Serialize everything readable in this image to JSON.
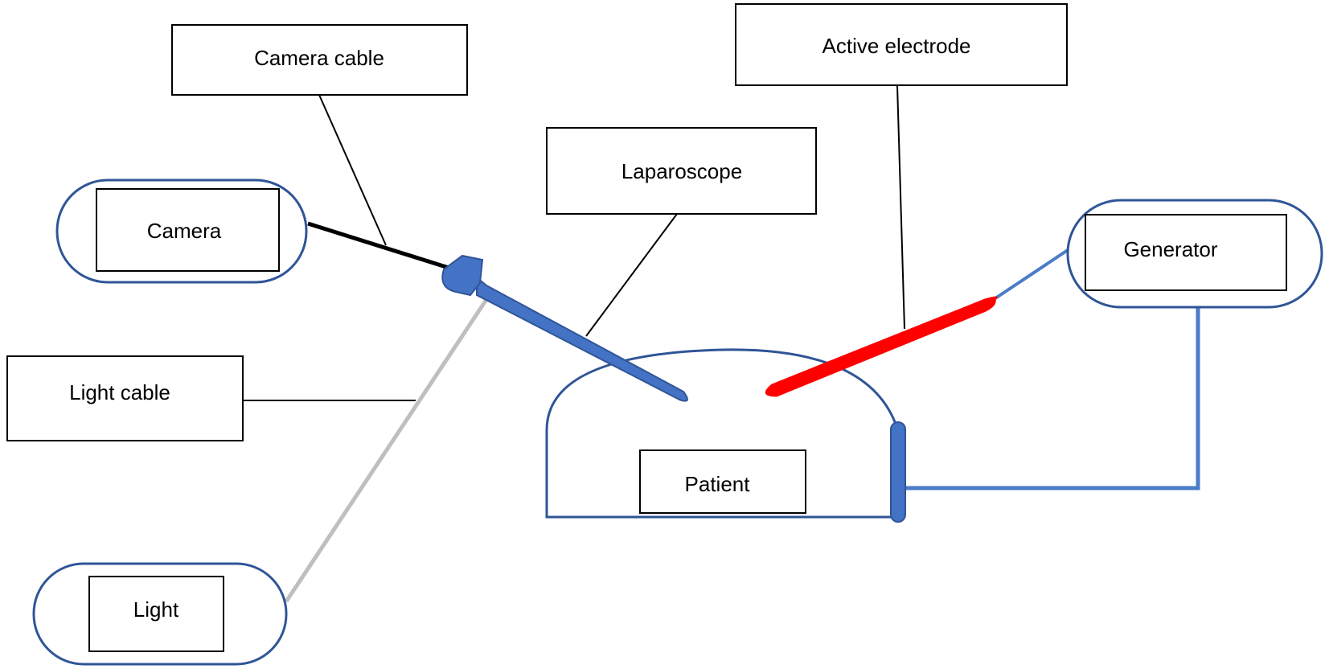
{
  "labels": {
    "camera_cable": "Camera cable",
    "active_electrode": "Active electrode",
    "laparoscope": "Laparoscope",
    "camera": "Camera",
    "generator": "Generator",
    "light_cable": "Light cable",
    "patient": "Patient",
    "light": "Light"
  },
  "colors": {
    "device_outline": "#2F5597",
    "instrument_fill": "#4472C4",
    "return_cable": "#4A7CC9",
    "camera_cable": "#000000",
    "light_cable": "#BFBFBF",
    "active_electrode": "#FF0000",
    "leader_line": "#000000",
    "box_border": "#000000"
  }
}
